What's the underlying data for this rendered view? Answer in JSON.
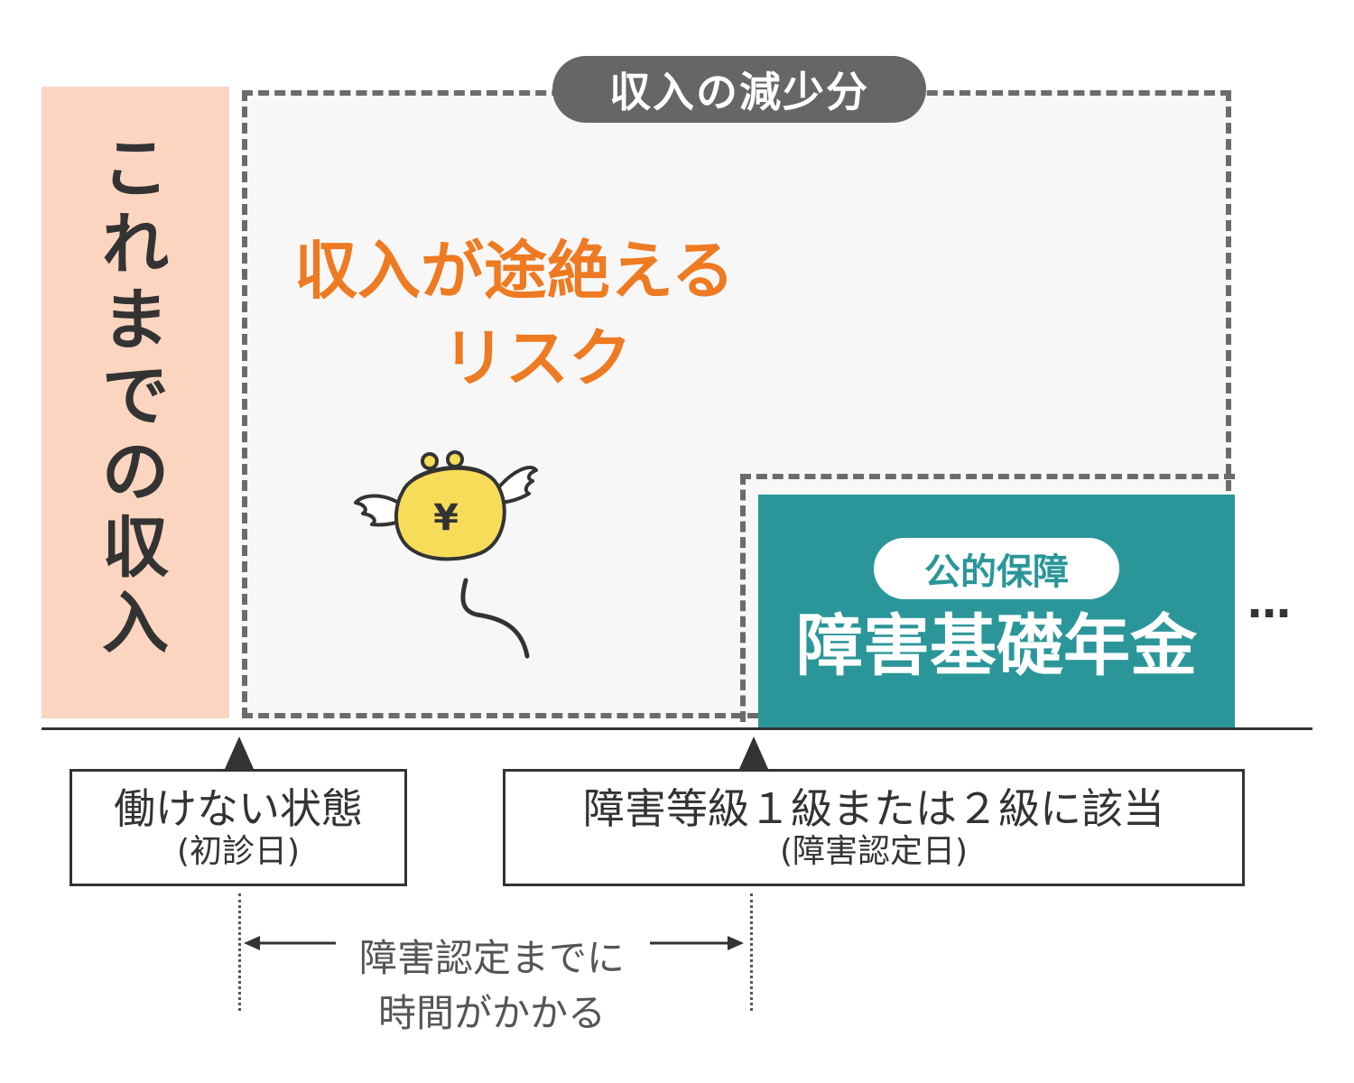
{
  "income": {
    "label_chars": [
      "こ",
      "れ",
      "ま",
      "で",
      "の",
      "収",
      "入"
    ]
  },
  "reduction": {
    "label": "収入の減少分",
    "risk_line1": "収入が途絶える",
    "risk_line2": "リスク"
  },
  "wallet": {
    "symbol": "¥"
  },
  "pension": {
    "badge": "公的保障",
    "title": "障害基礎年金",
    "continuation": "…"
  },
  "timeline": {
    "start": {
      "main": "働けない状態",
      "sub": "(初診日)"
    },
    "end": {
      "main": "障害等級１級または２級に該当",
      "sub": "(障害認定日)"
    },
    "duration_line1": "障害認定までに",
    "duration_line2": "時間がかかる"
  },
  "colors": {
    "income_bar": "#fbd5c0",
    "risk_text": "#ee7a22",
    "pension_block": "#2b9699",
    "reduction_pill": "#666666",
    "wallet": "#f7dc5a"
  }
}
